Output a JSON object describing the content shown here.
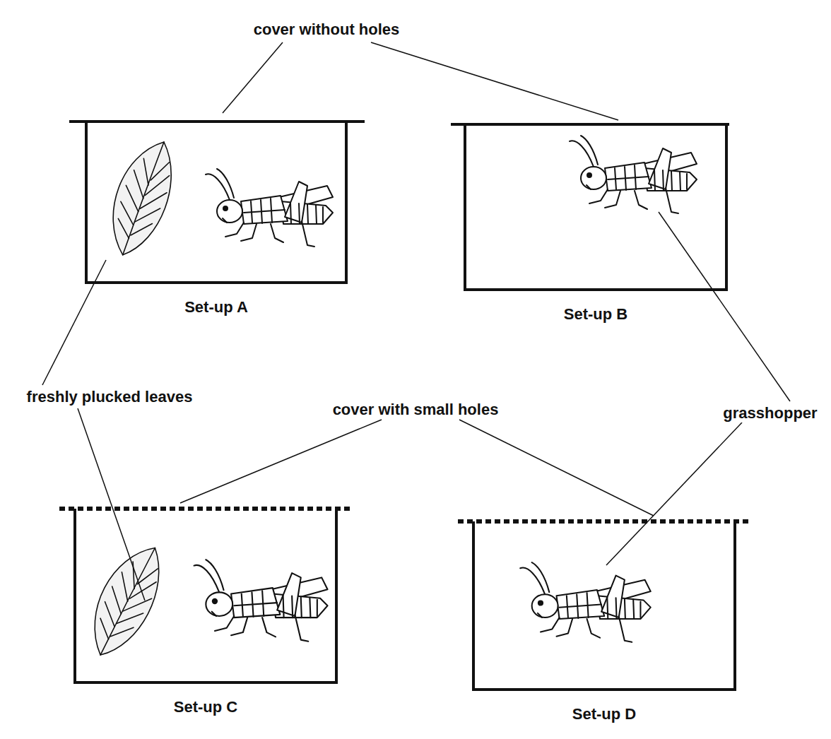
{
  "diagram": {
    "nodes": [
      {
        "text": [
          "Set-up A"
        ]
      },
      {
        "text": [
          "Set-up B"
        ]
      },
      {
        "text": [
          "Set-up C"
        ]
      },
      {
        "text": [
          "Set-up D"
        ]
      }
    ],
    "labels": [
      "cover without holes",
      "freshly plucked leaves",
      "cover with small holes",
      "grasshopper"
    ]
  }
}
